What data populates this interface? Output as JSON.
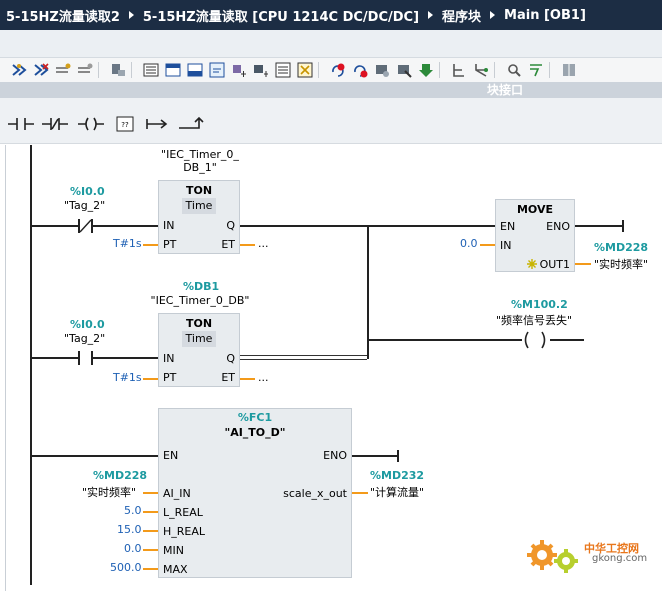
{
  "breadcrumb": {
    "project": "5-15HZ流量读取2",
    "device": "5-15HZ流量读取 [CPU 1214C DC/DC/DC]",
    "folder": "程序块",
    "block": "Main [OB1]"
  },
  "interface_label": "块接口",
  "ladder_tools": [
    {
      "name": "no-contact",
      "label": "⊣⊢"
    },
    {
      "name": "nc-contact",
      "label": "⊣/⊢"
    },
    {
      "name": "coil",
      "label": "—( )—"
    },
    {
      "name": "empty-box",
      "label": "??"
    },
    {
      "name": "open-branch",
      "label": "↦"
    },
    {
      "name": "close-branch",
      "label": "↵"
    }
  ],
  "network1": {
    "timer1": {
      "instance": "\"IEC_Timer_0_",
      "instance2": "DB_1\"",
      "type": "TON",
      "subtype": "Time",
      "pin_in": "IN",
      "pin_q": "Q",
      "pin_pt": "PT",
      "pin_et": "ET",
      "pt_value": "T#1s",
      "et_value": "..."
    },
    "contact1": {
      "address": "%I0.0",
      "tag": "\"Tag_2\""
    },
    "move": {
      "type": "MOVE",
      "pin_en": "EN",
      "pin_eno": "ENO",
      "pin_in": "IN",
      "pin_out": "OUT1",
      "in_value": "0.0",
      "out_address": "%MD228",
      "out_tag": "\"实时频率\""
    },
    "timer2": {
      "address": "%DB1",
      "instance": "\"IEC_Timer_0_DB\"",
      "type": "TON",
      "subtype": "Time",
      "pin_in": "IN",
      "pin_q": "Q",
      "pin_pt": "PT",
      "pin_et": "ET",
      "pt_value": "T#1s",
      "et_value": "..."
    },
    "contact2": {
      "address": "%I0.0",
      "tag": "\"Tag_2\""
    },
    "coil": {
      "address": "%M100.2",
      "tag": "\"频率信号丢失\"",
      "symbol": "( )"
    },
    "fc": {
      "address": "%FC1",
      "name": "\"AI_TO_D\"",
      "pin_en": "EN",
      "pin_eno": "ENO",
      "pins_in": [
        "AI_IN",
        "L_REAL",
        "H_REAL",
        "MIN",
        "MAX"
      ],
      "pin_out": "scale_x_out",
      "ai_in_address": "%MD228",
      "ai_in_tag": "\"实时频率\"",
      "values": [
        "5.0",
        "15.0",
        "0.0",
        "500.0"
      ],
      "out_address": "%MD232",
      "out_tag": "\"计算流量\""
    }
  },
  "watermark": {
    "cn": "中华工控网",
    "url": "gkong.com"
  },
  "colors": {
    "titlebar": "#1c2d44",
    "address": "#1d9aa0",
    "constant": "#1e60b4",
    "pin_wire": "#f39a1a"
  }
}
